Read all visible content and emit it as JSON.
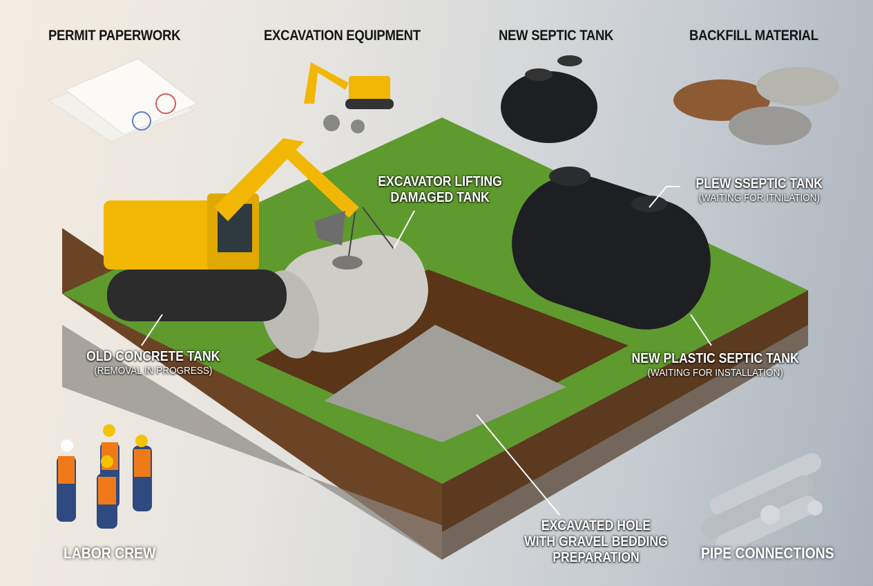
{
  "top_items": [
    {
      "id": "permit",
      "label": "PERMIT PAPERWORK",
      "icon": "document-stack-icon"
    },
    {
      "id": "equipment",
      "label": "EXCAVATION EQUIPMENT",
      "icon": "excavator-icon"
    },
    {
      "id": "new_tank",
      "label": "NEW SEPTIC TANK",
      "icon": "septic-tank-icon"
    },
    {
      "id": "backfill",
      "label": "BACKFILL MATERIAL",
      "icon": "gravel-pile-icon"
    }
  ],
  "permit_document": {
    "heading": "PERMIT PAPERWORK"
  },
  "callouts": {
    "excavator": {
      "main": "EXCAVATOR LIFTING",
      "main2": "DAMAGED TANK"
    },
    "new_tank_top": {
      "main": "PLEW SSEPTIC TANK",
      "sub": "(WAITING FOR ITNILATION)"
    },
    "old_tank": {
      "main": "OLD CONCRETE TANK",
      "sub": "(REMOVAL IN PROGRESS)"
    },
    "new_tank_side": {
      "main": "NEW PLASTIC SEPTIC TANK",
      "sub": "(WAITING FOR INSTALLATION)"
    },
    "hole": {
      "line1": "EXCAVATED HOLE",
      "line2": "WITH GRAVEL BEDDING",
      "line3": "PREPARATION"
    }
  },
  "bottom_items": [
    {
      "id": "crew",
      "label": "LABOR CREW",
      "icon": "workers-icon"
    },
    {
      "id": "pipes",
      "label": "PIPE CONNECTIONS",
      "icon": "pipes-icon"
    }
  ],
  "colors": {
    "grass": "#5f9a2e",
    "soil": "#7a4e2a",
    "excavator_yellow": "#f2b705",
    "tank_black": "#1e1f22",
    "concrete": "#c9c7c1",
    "gravel": "#9a9a98"
  }
}
